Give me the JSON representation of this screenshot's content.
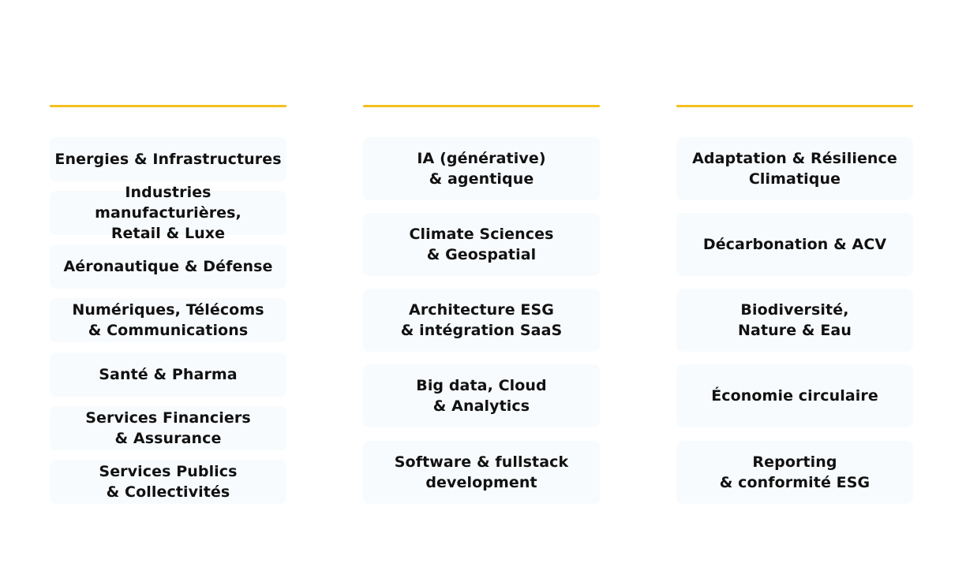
{
  "colors": {
    "accent": "#f4c020",
    "card_background": "#f8fbfd",
    "text": "#111111"
  },
  "columns": [
    {
      "items": [
        "Energies & Infrastructures",
        "Industries manufacturières,\nRetail & Luxe",
        "Aéronautique & Défense",
        "Numériques, Télécoms\n& Communications",
        "Santé & Pharma",
        "Services Financiers\n& Assurance",
        "Services Publics\n& Collectivités"
      ]
    },
    {
      "items": [
        "IA (générative)\n& agentique",
        "Climate Sciences\n& Geospatial",
        "Architecture ESG\n& intégration SaaS",
        "Big data, Cloud\n& Analytics",
        "Software & fullstack\ndevelopment"
      ]
    },
    {
      "items": [
        "Adaptation & Résilience\nClimatique",
        "Décarbonation & ACV",
        "Biodiversité,\nNature & Eau",
        "Économie circulaire",
        "Reporting\n& conformité ESG"
      ]
    }
  ]
}
